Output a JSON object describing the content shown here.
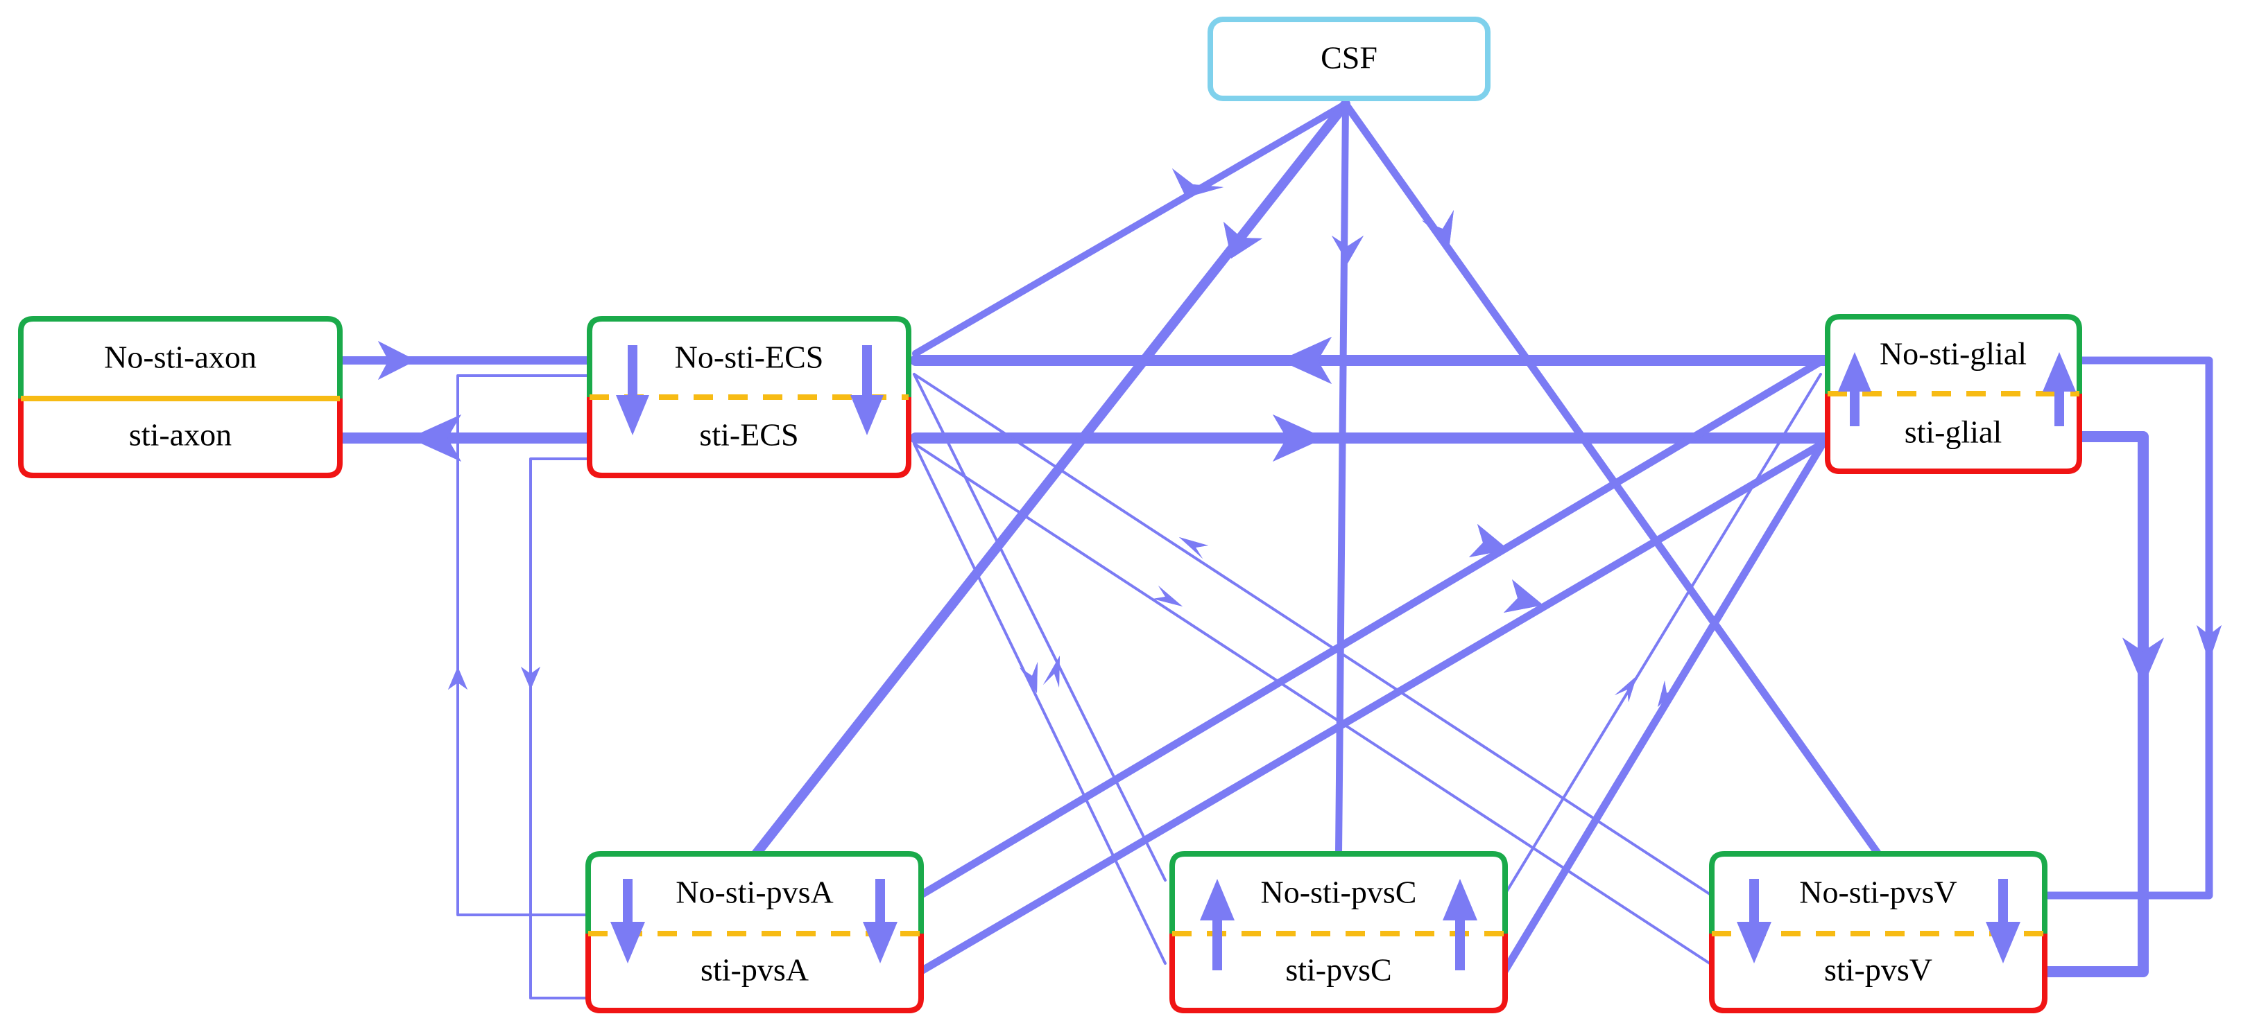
{
  "colors": {
    "flow": "#7b7bf4",
    "no_sti_border": "#1aaa4a",
    "sti_border": "#f01414",
    "divider": "#f7bb14",
    "csf_border": "#7fd1ec"
  },
  "nodes": {
    "csf": {
      "label": "CSF"
    },
    "axon": {
      "top": "No-sti-axon",
      "bottom": "sti-axon"
    },
    "ecs": {
      "top": "No-sti-ECS",
      "bottom": "sti-ECS"
    },
    "glial": {
      "top": "No-sti-glial",
      "bottom": "sti-glial"
    },
    "pvsA": {
      "top": "No-sti-pvsA",
      "bottom": "sti-pvsA"
    },
    "pvsC": {
      "top": "No-sti-pvsC",
      "bottom": "sti-pvsC"
    },
    "pvsV": {
      "top": "No-sti-pvsV",
      "bottom": "sti-pvsV"
    }
  }
}
